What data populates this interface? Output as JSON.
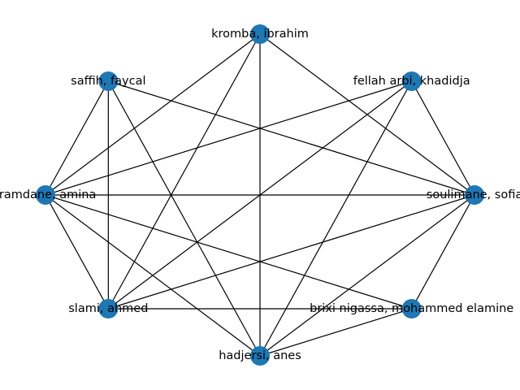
{
  "graph": {
    "node_color": "#1f77b4",
    "edge_color": "#000000",
    "nodes": [
      {
        "id": "kromba",
        "label": "kromba, ibrahim"
      },
      {
        "id": "fellah",
        "label": "fellah arbi, khadidja"
      },
      {
        "id": "soulimane",
        "label": "soulimane, sofia"
      },
      {
        "id": "brixi",
        "label": "brixi nigassa, mohammed elamine"
      },
      {
        "id": "hadjersi",
        "label": "hadjersi, anes"
      },
      {
        "id": "slami",
        "label": "slami, ahmed"
      },
      {
        "id": "ramdane",
        "label": "-ramdane, amina"
      },
      {
        "id": "saffih",
        "label": "saffih, faycal"
      }
    ],
    "edges": [
      [
        "kromba",
        "soulimane"
      ],
      [
        "kromba",
        "hadjersi"
      ],
      [
        "kromba",
        "slami"
      ],
      [
        "kromba",
        "ramdane"
      ],
      [
        "fellah",
        "soulimane"
      ],
      [
        "fellah",
        "hadjersi"
      ],
      [
        "fellah",
        "slami"
      ],
      [
        "fellah",
        "ramdane"
      ],
      [
        "soulimane",
        "brixi"
      ],
      [
        "soulimane",
        "hadjersi"
      ],
      [
        "soulimane",
        "slami"
      ],
      [
        "soulimane",
        "ramdane"
      ],
      [
        "soulimane",
        "saffih"
      ],
      [
        "brixi",
        "hadjersi"
      ],
      [
        "brixi",
        "slami"
      ],
      [
        "brixi",
        "ramdane"
      ],
      [
        "hadjersi",
        "ramdane"
      ],
      [
        "hadjersi",
        "saffih"
      ],
      [
        "slami",
        "ramdane"
      ],
      [
        "slami",
        "saffih"
      ],
      [
        "ramdane",
        "saffih"
      ]
    ]
  }
}
